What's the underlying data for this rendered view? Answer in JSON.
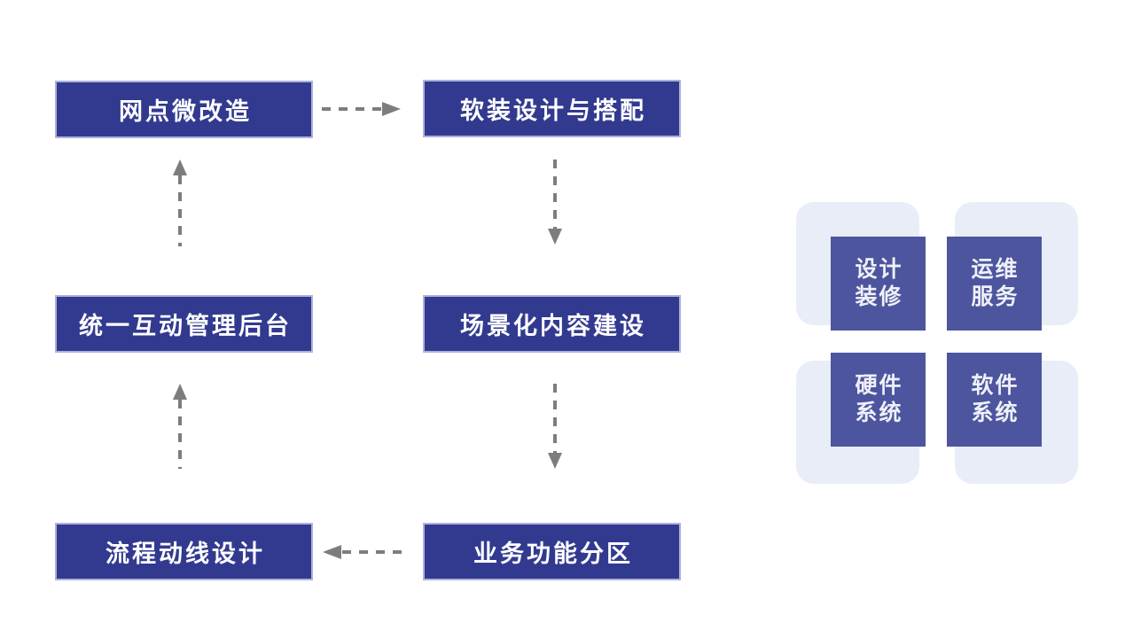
{
  "diagram": {
    "flow_boxes": [
      {
        "label": "网点微改造"
      },
      {
        "label": "软装设计与搭配"
      },
      {
        "label": "统一互动管理后台"
      },
      {
        "label": "场景化内容建设"
      },
      {
        "label": "流程动线设计"
      },
      {
        "label": "业务功能分区"
      }
    ],
    "arrows": [
      {
        "from": "网点微改造",
        "to": "软装设计与搭配",
        "direction": "right",
        "style": "dashed"
      },
      {
        "from": "软装设计与搭配",
        "to": "场景化内容建设",
        "direction": "down",
        "style": "dashed"
      },
      {
        "from": "场景化内容建设",
        "to": "业务功能分区",
        "direction": "down",
        "style": "dashed"
      },
      {
        "from": "业务功能分区",
        "to": "流程动线设计",
        "direction": "left",
        "style": "dashed"
      },
      {
        "from": "流程动线设计",
        "to": "统一互动管理后台",
        "direction": "up",
        "style": "dashed"
      },
      {
        "from": "统一互动管理后台",
        "to": "网点微改造",
        "direction": "up",
        "style": "dashed"
      }
    ],
    "modules": [
      {
        "line1": "设计",
        "line2": "装修"
      },
      {
        "line1": "运维",
        "line2": "服务"
      },
      {
        "line1": "硬件",
        "line2": "系统"
      },
      {
        "line1": "软件",
        "line2": "系统"
      }
    ]
  },
  "colors": {
    "flow_box_fill": "#323a90",
    "flow_box_border": "#acb1dd",
    "module_fill": "#4d559e",
    "module_bg_tile": "#e8edf7",
    "arrow": "#7d7d7d",
    "box_text": "#ffffff"
  }
}
